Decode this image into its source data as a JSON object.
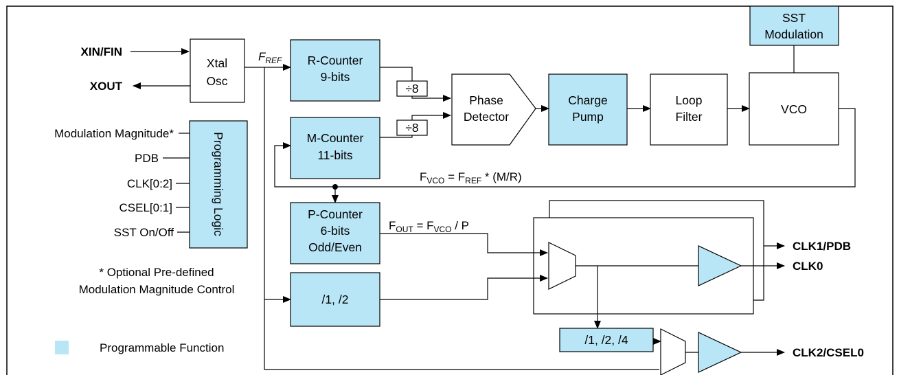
{
  "colors": {
    "programmable": "#b9e6f7",
    "line": "#000000"
  },
  "inputs": {
    "xin": "XIN/FIN",
    "xout": "XOUT"
  },
  "blocks": {
    "xtal": [
      "Xtal",
      "Osc"
    ],
    "r_counter": [
      "R-Counter",
      "9-bits"
    ],
    "m_counter": [
      "M-Counter",
      "11-bits"
    ],
    "p_counter": [
      "P-Counter",
      "6-bits",
      "Odd/Even"
    ],
    "div12": "/1, /2",
    "div124": "/1, /2, /4",
    "div8_top": "÷8",
    "div8_bottom": "÷8",
    "phase_detector": [
      "Phase",
      "Detector"
    ],
    "charge_pump": [
      "Charge",
      "Pump"
    ],
    "loop_filter": [
      "Loop",
      "Filter"
    ],
    "vco": "VCO",
    "sst": [
      "SST",
      "Modulation"
    ],
    "prog_logic": "Programming Logic"
  },
  "signals": {
    "fref": {
      "main": "F",
      "sub": "REF"
    },
    "fvco_eq": [
      {
        "t": "F",
        "s": ""
      },
      {
        "t": "VCO",
        "s": "sub"
      },
      {
        "t": " = F",
        "s": ""
      },
      {
        "t": "REF",
        "s": "sub"
      },
      {
        "t": " * (M/R)",
        "s": ""
      }
    ],
    "fout_eq": [
      {
        "t": "F",
        "s": ""
      },
      {
        "t": "OUT",
        "s": "sub"
      },
      {
        "t": " = F",
        "s": ""
      },
      {
        "t": "VCO",
        "s": "sub"
      },
      {
        "t": " / P",
        "s": ""
      }
    ]
  },
  "prog_inputs": [
    "Modulation Magnitude*",
    "PDB",
    "CLK[0:2]",
    "CSEL[0:1]",
    "SST On/Off"
  ],
  "footnote": [
    "* Optional Pre-defined",
    "Modulation Magnitude Control"
  ],
  "outputs": {
    "clk1": "CLK1/PDB",
    "clk0": "CLK0",
    "clk2": "CLK2/CSEL0"
  },
  "legend": {
    "label": "Programmable Function"
  }
}
